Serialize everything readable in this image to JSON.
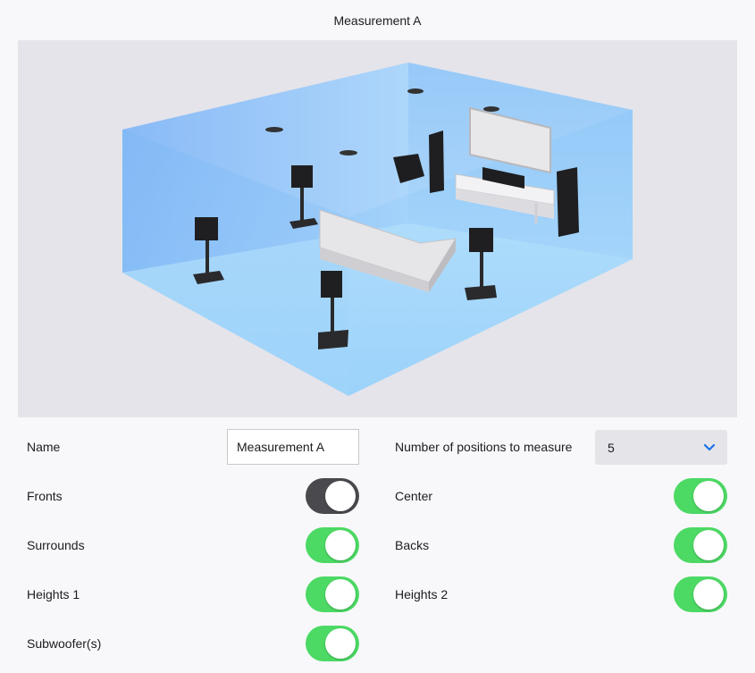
{
  "window": {
    "title": "Measurement A"
  },
  "scene": {
    "image_name": "room-3d-illustration",
    "accent": "#7fbff5"
  },
  "form": {
    "name": {
      "label": "Name",
      "value": "Measurement A"
    },
    "positions": {
      "label": "Number of positions to measure",
      "value": "5"
    },
    "toggles": [
      {
        "label": "Fronts",
        "on": false
      },
      {
        "label": "Center",
        "on": true
      },
      {
        "label": "Surrounds",
        "on": true
      },
      {
        "label": "Backs",
        "on": true
      },
      {
        "label": "Heights 1",
        "on": true
      },
      {
        "label": "Heights 2",
        "on": true
      },
      {
        "label": "Subwoofer(s)",
        "on": true
      }
    ]
  },
  "colors": {
    "toggle_on": "#4cd964",
    "toggle_off": "#4a4a4e",
    "chevron": "#1a73e8"
  }
}
